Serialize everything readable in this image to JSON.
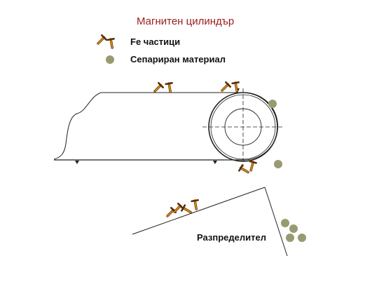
{
  "title": "Магнитен цилиндър",
  "legend": {
    "fe_label": "Fe частици",
    "fe_icon": "iron-particle-icon",
    "separated_label": "Сепариран материал",
    "separated_icon": "material-particle-icon"
  },
  "distributor_label": "Разпределител",
  "colors": {
    "title": "#9b1c1c",
    "particle_body": "#d98a1a",
    "particle_outline": "#5a2e00",
    "material": "#9a9a72",
    "line": "#222222"
  }
}
